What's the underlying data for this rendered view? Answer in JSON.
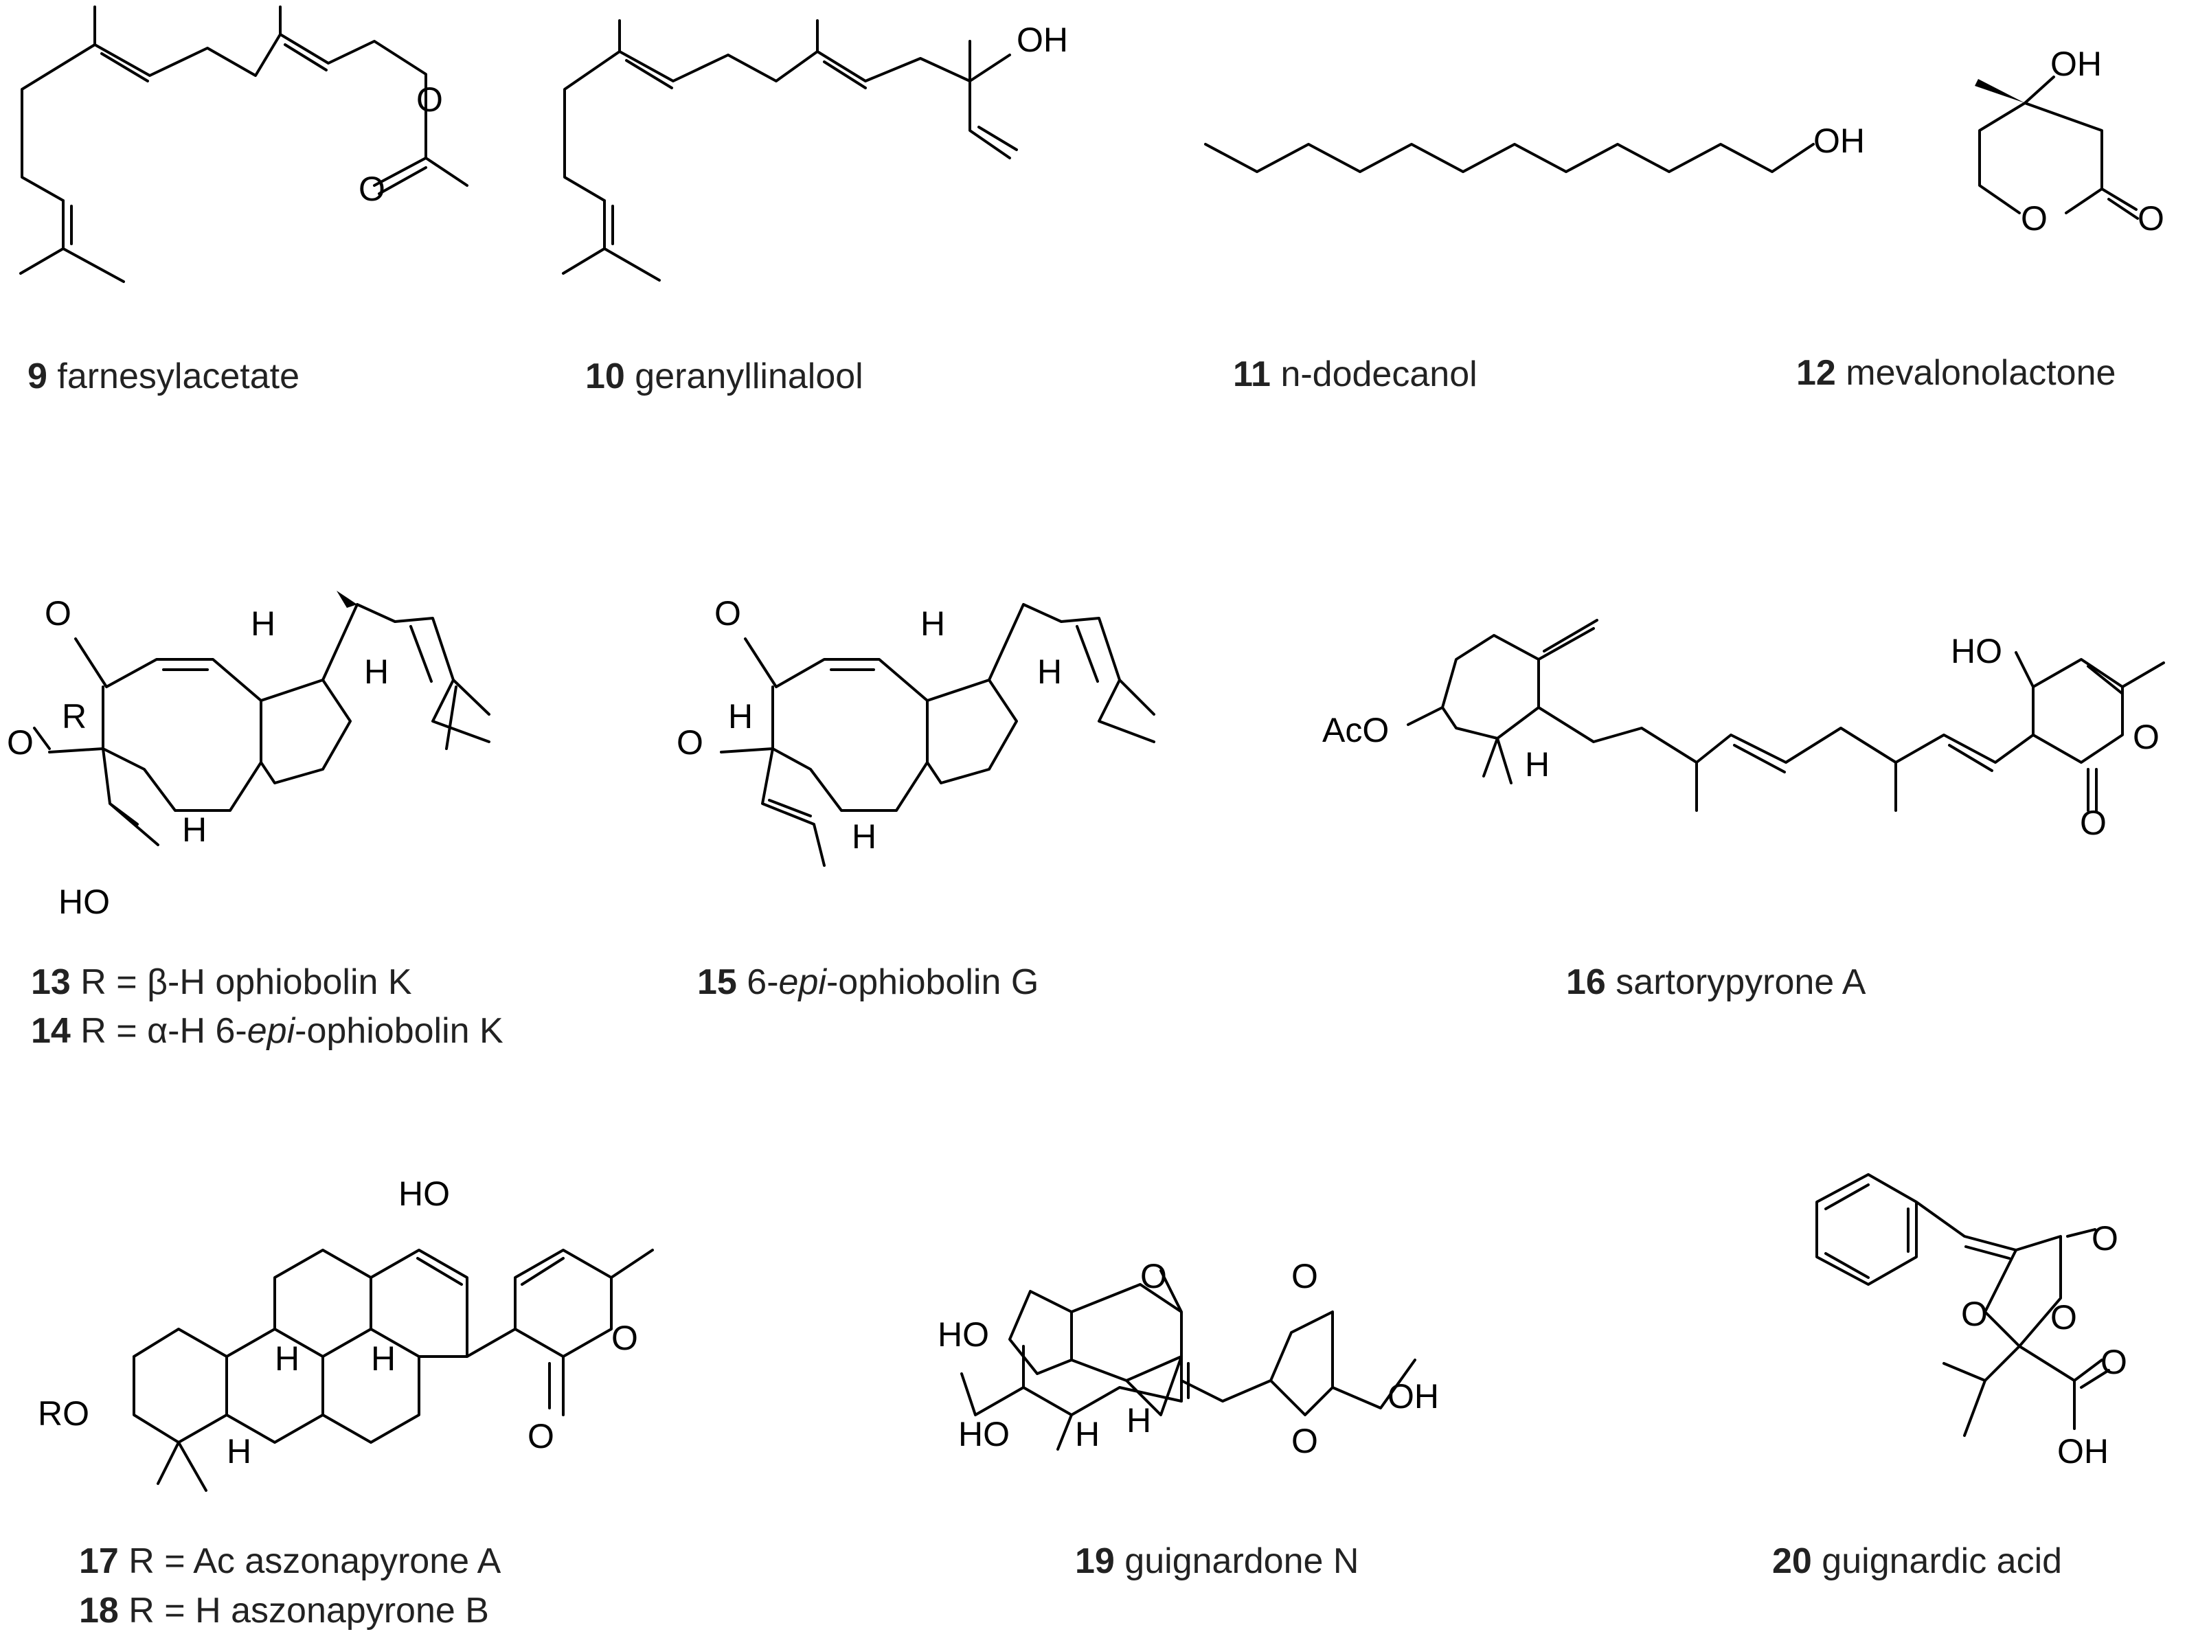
{
  "compounds": [
    {
      "id": "c9",
      "number": "9",
      "name": "farnesylacetate"
    },
    {
      "id": "c10",
      "number": "10",
      "name": "geranyllinalool"
    },
    {
      "id": "c11",
      "number": "11",
      "name": "n-dodecanol"
    },
    {
      "id": "c12",
      "number": "12",
      "name": "mevalonolactone"
    },
    {
      "id": "c13",
      "number": "13",
      "name_pre": "R = β-H ophiobolin K"
    },
    {
      "id": "c14",
      "number": "14",
      "name_pre": "R = α-H 6-",
      "name_it": "epi",
      "name_post": "-ophiobolin K"
    },
    {
      "id": "c15",
      "number": "15",
      "name_pre": "6-",
      "name_it": "epi",
      "name_post": "-ophiobolin G"
    },
    {
      "id": "c16",
      "number": "16",
      "name": "sartorypyrone A"
    },
    {
      "id": "c17",
      "number": "17",
      "name_pre": "R = Ac",
      "name_post": "aszonapyrone A"
    },
    {
      "id": "c18",
      "number": "18",
      "name_pre": "R = H",
      "name_post": "aszonapyrone B"
    },
    {
      "id": "c19",
      "number": "19",
      "name": "guignardone N"
    },
    {
      "id": "c20",
      "number": "20",
      "name": "guignardic acid"
    }
  ],
  "atoms": {
    "O": "O",
    "OH": "OH",
    "HO": "HO",
    "H": "H",
    "R": "R",
    "AcO": "AcO",
    "RO": "RO"
  }
}
